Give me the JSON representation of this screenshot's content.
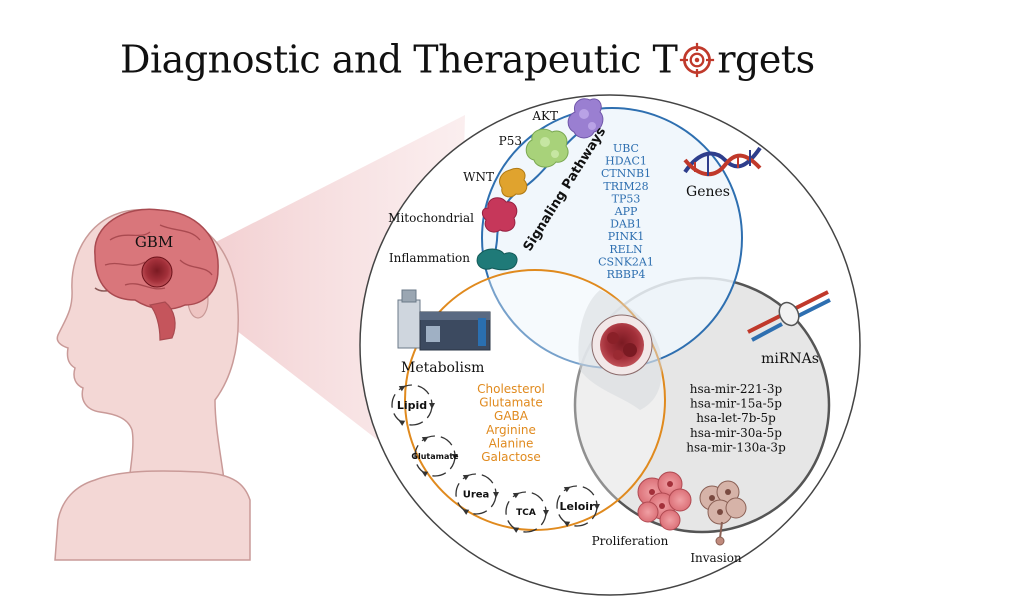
{
  "title": {
    "part1": "Diagnostic and Therapeutic T",
    "part2": "rgets",
    "icon": "crosshair-target-icon"
  },
  "brain_label": "GBM",
  "signaling": {
    "title": "Signaling Pathways",
    "items": [
      "AKT",
      "P53",
      "WNT",
      "Mitochondrial",
      "Inflammation"
    ]
  },
  "genes": {
    "label": "Genes",
    "items": [
      "UBC",
      "HDAC1",
      "CTNNB1",
      "TRIM28",
      "TP53",
      "APP",
      "DAB1",
      "PINK1",
      "RELN",
      "CSNK2A1",
      "RBBP4"
    ]
  },
  "mirnas": {
    "label": "miRNAs",
    "items": [
      "hsa-mir-221-3p",
      "hsa-mir-15a-5p",
      "hsa-let-7b-5p",
      "hsa-mir-30a-5p",
      "hsa-mir-130a-3p"
    ]
  },
  "metabolism": {
    "label": "Metabolism",
    "items": [
      "Cholesterol",
      "Glutamate",
      "GABA",
      "Arginine",
      "Alanine",
      "Galactose"
    ],
    "cycles": [
      "Lipid",
      "Glutamate",
      "Urea",
      "TCA",
      "Leloir"
    ]
  },
  "cell_labels": {
    "proliferation": "Proliferation",
    "invasion": "Invasion"
  },
  "colors": {
    "genes_circle": "#2e6fb0",
    "genes_fill": "#eef6fb",
    "genes_text": "#2e6fb0",
    "metabolism_circle": "#e08a1e",
    "metabolism_text": "#e08a1e",
    "mirna_circle": "#555555",
    "mirna_fill": "#e6e6e6",
    "tumor": "#b0303a",
    "brain": "#d9767b",
    "head": "#f3d7d5"
  }
}
